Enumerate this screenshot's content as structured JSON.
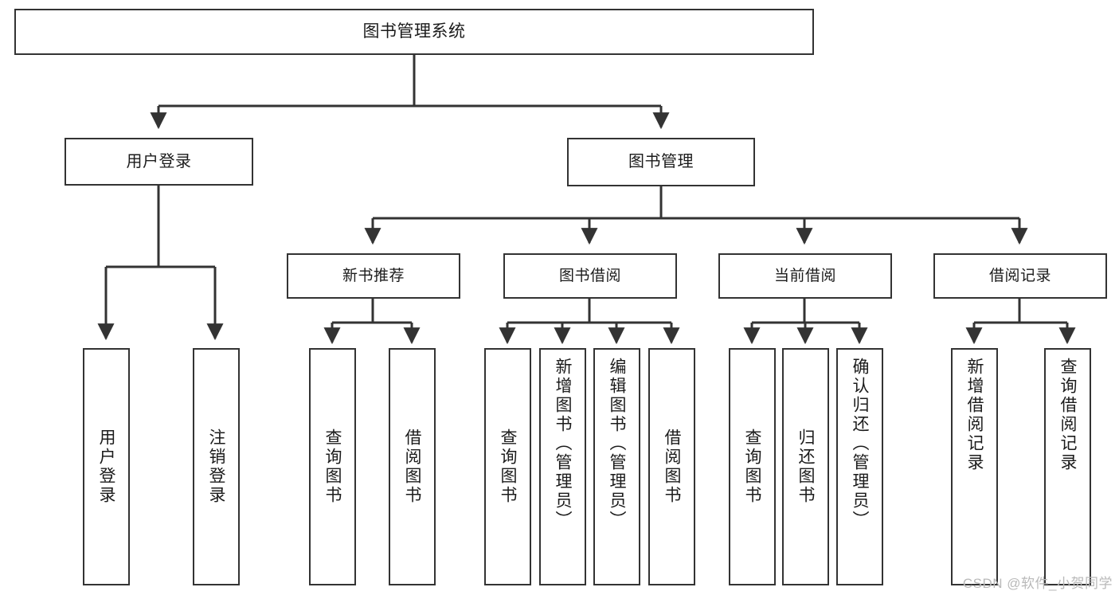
{
  "diagram": {
    "type": "tree",
    "title": "图书管理系统",
    "colors": {
      "node_border": "#333333",
      "node_fill": "#ffffff",
      "edge": "#333333",
      "text": "#1b1b1b",
      "watermark": "#b9b9b9"
    },
    "root": {
      "label": "图书管理系统"
    },
    "level1": [
      {
        "label": "用户登录"
      },
      {
        "label": "图书管理"
      }
    ],
    "level2": [
      {
        "label": "新书推荐"
      },
      {
        "label": "图书借阅"
      },
      {
        "label": "当前借阅"
      },
      {
        "label": "借阅记录"
      }
    ],
    "leaves": {
      "user_login": [
        {
          "label": "用户登录"
        },
        {
          "label": "注销登录"
        }
      ],
      "new_book_recommend": [
        {
          "label": "查询图书"
        },
        {
          "label": "借阅图书"
        }
      ],
      "book_borrow": [
        {
          "label": "查询图书"
        },
        {
          "label": "新增图书（管理员）"
        },
        {
          "label": "编辑图书（管理员）"
        },
        {
          "label": "借阅图书"
        }
      ],
      "current_borrow": [
        {
          "label": "查询图书"
        },
        {
          "label": "归还图书"
        },
        {
          "label": "确认归还（管理员）"
        }
      ],
      "borrow_record": [
        {
          "label": "新增借阅记录"
        },
        {
          "label": "查询借阅记录"
        }
      ]
    }
  },
  "watermark": {
    "text": "CSDN @软件_小贺同学"
  }
}
